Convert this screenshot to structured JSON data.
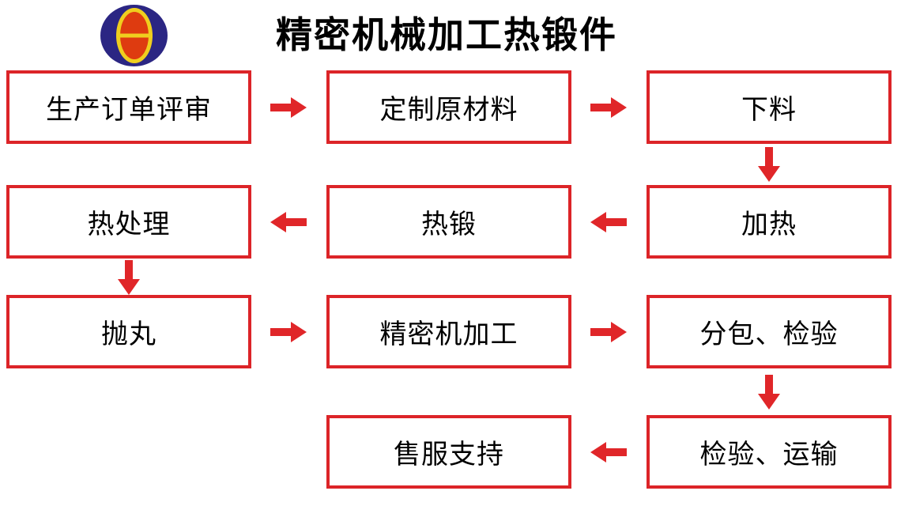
{
  "title": "精密机械加工热锻件",
  "logo": {
    "description": "round company logo: dark blue circle with yellow-ringed orange vertical ellipse and yellow horizontal bar",
    "outer_color": "#2B2683",
    "inner_color": "#DE3B10",
    "ring_color": "#EFCE1E"
  },
  "colors": {
    "box_border": "#DC2428",
    "arrow": "#E02629",
    "text": "#000000",
    "background": "#FFFFFF"
  },
  "boxes": [
    {
      "id": "order-review",
      "label": "生产订单评审",
      "row": 1,
      "col": 1
    },
    {
      "id": "raw-material",
      "label": "定制原材料",
      "row": 1,
      "col": 2
    },
    {
      "id": "cutting",
      "label": "下料",
      "row": 1,
      "col": 3
    },
    {
      "id": "heat-treatment",
      "label": "热处理",
      "row": 2,
      "col": 1
    },
    {
      "id": "hot-forging",
      "label": "热锻",
      "row": 2,
      "col": 2
    },
    {
      "id": "heating",
      "label": "加热",
      "row": 2,
      "col": 3
    },
    {
      "id": "shot-blasting",
      "label": "抛丸",
      "row": 3,
      "col": 1
    },
    {
      "id": "precision-machining",
      "label": "精密机加工",
      "row": 3,
      "col": 2
    },
    {
      "id": "subcontract-inspection",
      "label": "分包、检验",
      "row": 3,
      "col": 3
    },
    {
      "id": "after-sales-support",
      "label": "售服支持",
      "row": 4,
      "col": 2
    },
    {
      "id": "inspection-transport",
      "label": "检验、运输",
      "row": 4,
      "col": 3
    }
  ],
  "connections": [
    {
      "from": "生产订单评审",
      "to": "定制原材料",
      "direction": "right"
    },
    {
      "from": "定制原材料",
      "to": "下料",
      "direction": "right"
    },
    {
      "from": "下料",
      "to": "加热",
      "direction": "down"
    },
    {
      "from": "加热",
      "to": "热锻",
      "direction": "left"
    },
    {
      "from": "热锻",
      "to": "热处理",
      "direction": "left"
    },
    {
      "from": "热处理",
      "to": "抛丸",
      "direction": "down"
    },
    {
      "from": "抛丸",
      "to": "精密机加工",
      "direction": "right"
    },
    {
      "from": "精密机加工",
      "to": "分包、检验",
      "direction": "right"
    },
    {
      "from": "分包、检验",
      "to": "检验、运输",
      "direction": "down"
    },
    {
      "from": "检验、运输",
      "to": "售服支持",
      "direction": "left"
    }
  ]
}
